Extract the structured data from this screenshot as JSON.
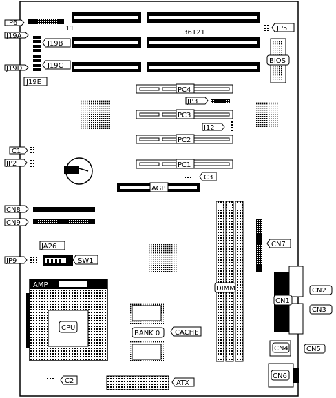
{
  "labels": {
    "jp6": "JP6",
    "j19a": "J19A",
    "j19b": "J19B",
    "j19c": "J19C",
    "j19d": "J19D",
    "j19e": "J19E",
    "jp5": "JP5",
    "bios": "BIOS",
    "pc4": "PC4",
    "pc3": "PC3",
    "pc2": "PC2",
    "pc1": "PC1",
    "jp3": "JP3",
    "j12": "J12",
    "c1": "C1",
    "jp2": "JP2",
    "c3": "C3",
    "agp": "AGP",
    "cn8": "CN8",
    "cn9": "CN9",
    "ja26": "JA26",
    "jp9": "JP9",
    "sw1": "SW1",
    "cn7": "CN7",
    "amp": "AMP",
    "cpu": "CPU",
    "bank0": "BANK 0",
    "cache": "CACHE",
    "dimm": "DIMM",
    "cn1": "CN1",
    "cn2": "CN2",
    "cn3": "CN3",
    "cn4": "CN4",
    "cn5": "CN5",
    "cn6": "CN6",
    "c2": "C2",
    "atx": "ATX"
  },
  "markings": {
    "board_id": "36121",
    "pin_eleven": "11"
  }
}
